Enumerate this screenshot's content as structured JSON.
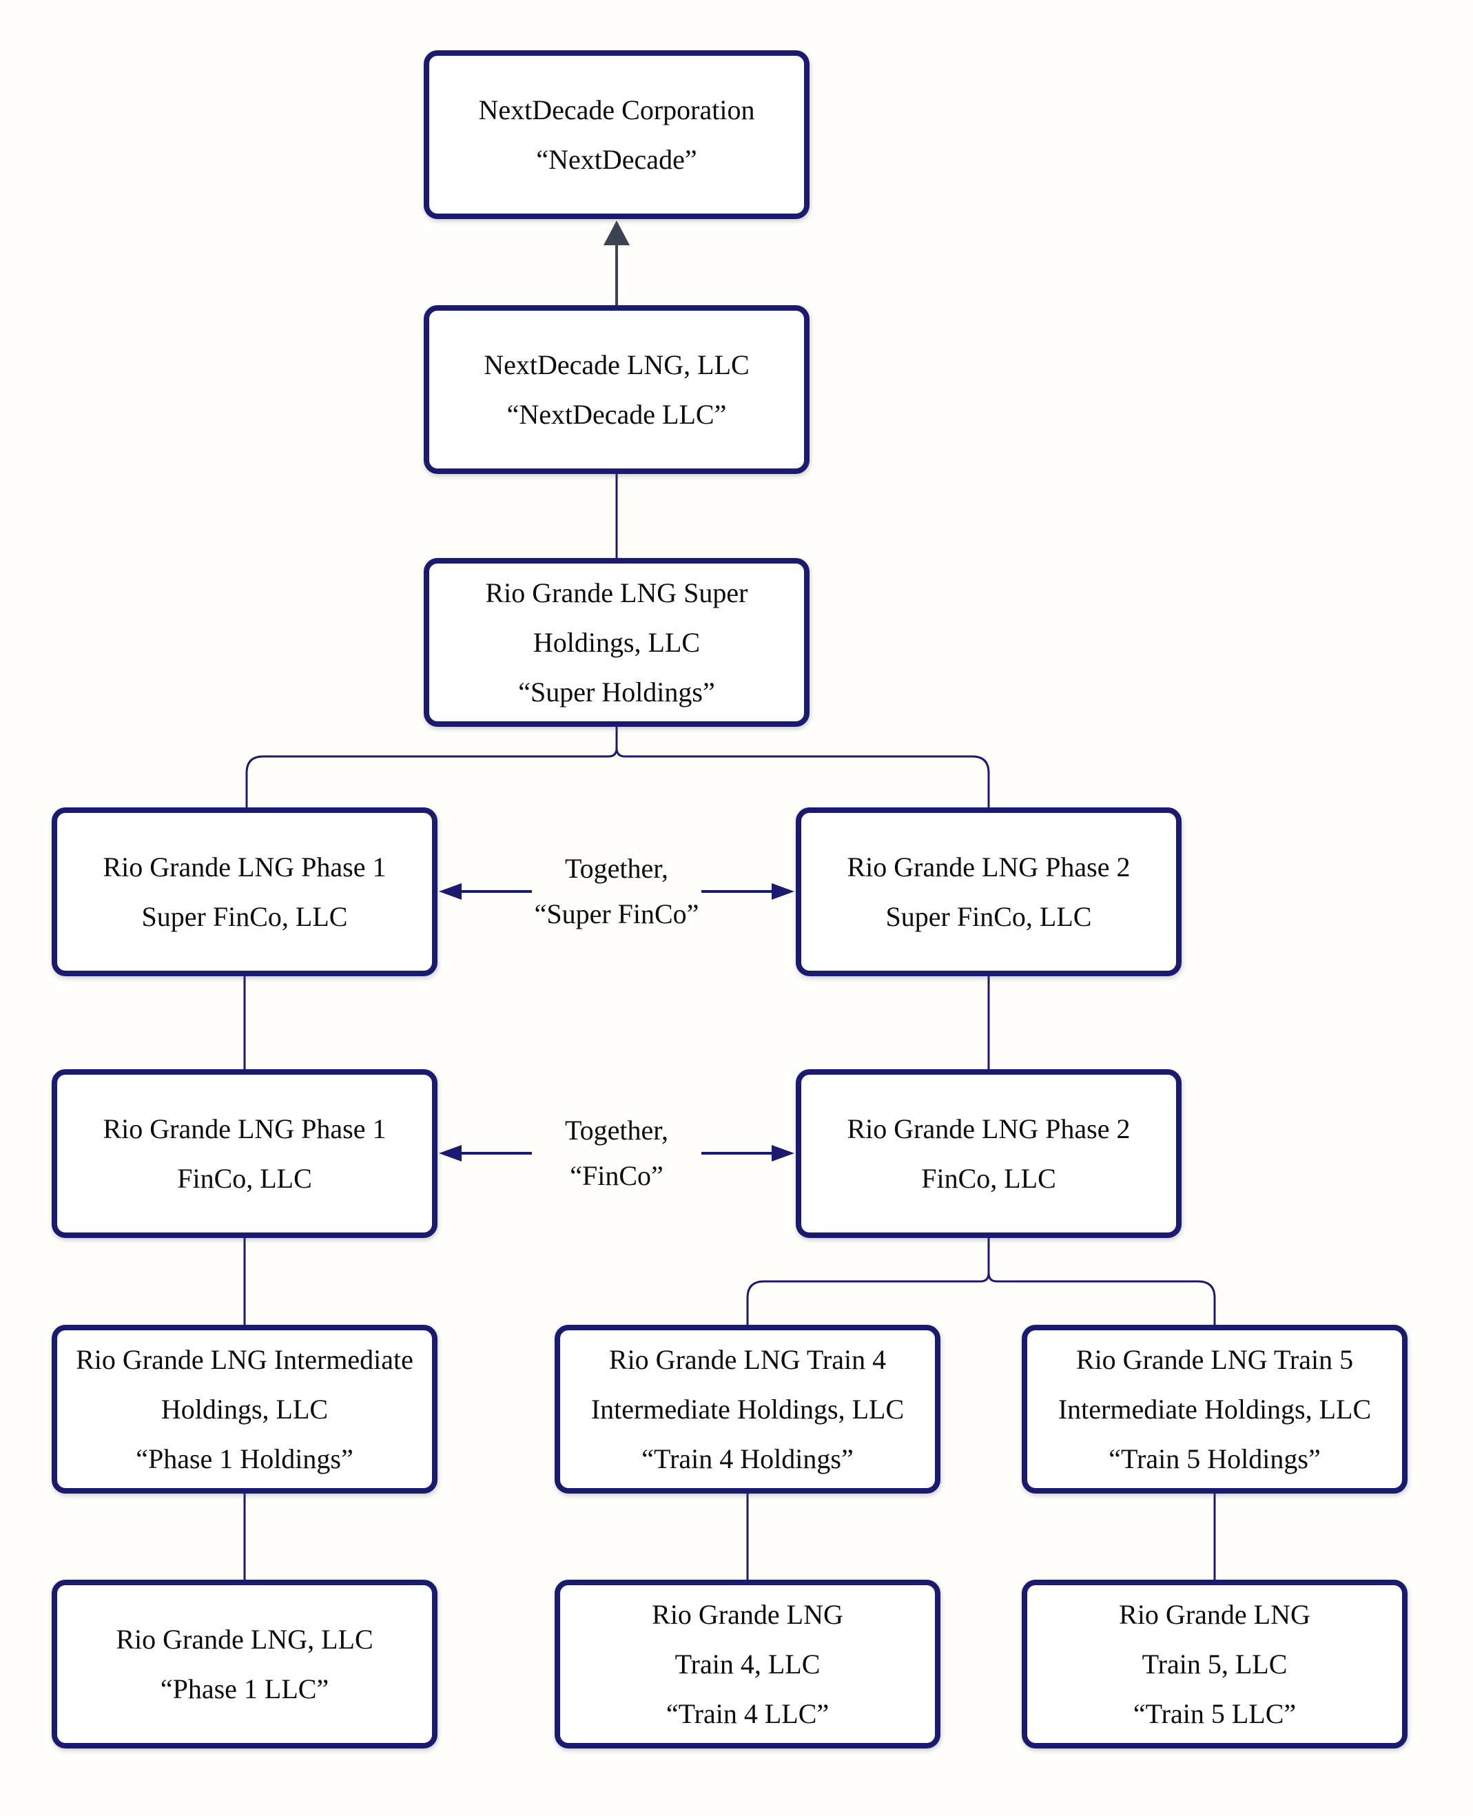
{
  "colors": {
    "box_border": "#1a1a70",
    "connector": "#1a1a70",
    "ownership_arrow_gray": "#3e4354",
    "text": "#0c0c0c",
    "background": "#fffefa",
    "box_fill": "#ffffff"
  },
  "nodes": [
    {
      "id": "nextdecade-corp",
      "lines": [
        "NextDecade Corporation",
        "“NextDecade”"
      ]
    },
    {
      "id": "nextdecade-llc",
      "lines": [
        "NextDecade LNG, LLC",
        "“NextDecade LLC”"
      ]
    },
    {
      "id": "super-holdings",
      "lines": [
        "Rio Grande LNG Super",
        "Holdings, LLC",
        "“Super Holdings”"
      ]
    },
    {
      "id": "phase1-super-finco",
      "lines": [
        "Rio Grande LNG Phase 1",
        "Super FinCo, LLC"
      ]
    },
    {
      "id": "phase2-super-finco",
      "lines": [
        "Rio Grande LNG Phase 2",
        "Super FinCo, LLC"
      ]
    },
    {
      "id": "phase1-finco",
      "lines": [
        "Rio Grande LNG Phase 1",
        "FinCo, LLC"
      ]
    },
    {
      "id": "phase2-finco",
      "lines": [
        "Rio Grande LNG Phase 2",
        "FinCo, LLC"
      ]
    },
    {
      "id": "phase1-holdings",
      "lines": [
        "Rio Grande LNG Intermediate",
        "Holdings, LLC",
        "“Phase 1 Holdings”"
      ]
    },
    {
      "id": "train4-holdings",
      "lines": [
        "Rio Grande LNG Train 4",
        "Intermediate Holdings, LLC",
        "“Train 4 Holdings”"
      ]
    },
    {
      "id": "train5-holdings",
      "lines": [
        "Rio Grande LNG Train 5",
        "Intermediate Holdings, LLC",
        "“Train 5 Holdings”"
      ]
    },
    {
      "id": "phase1-llc",
      "lines": [
        "Rio Grande LNG, LLC",
        "“Phase 1 LLC”"
      ]
    },
    {
      "id": "train4-llc",
      "lines": [
        "Rio Grande LNG",
        "Train 4, LLC",
        "“Train 4 LLC”"
      ]
    },
    {
      "id": "train5-llc",
      "lines": [
        "Rio Grande LNG",
        "Train 5, LLC",
        "“Train 5 LLC”"
      ]
    }
  ],
  "together_labels": [
    {
      "id": "super-finco",
      "lines": [
        "Together,",
        "“Super FinCo”"
      ]
    },
    {
      "id": "finco",
      "lines": [
        "Together,",
        "“FinCo”"
      ]
    }
  ],
  "edges": [
    {
      "child": "nextdecade-llc",
      "parent": "nextdecade-corp",
      "style": "gray-arrow-up"
    },
    {
      "child": "super-holdings",
      "parent": "nextdecade-llc",
      "style": "line"
    },
    {
      "child": "phase1-super-finco",
      "parent": "super-holdings",
      "style": "elbow"
    },
    {
      "child": "phase2-super-finco",
      "parent": "super-holdings",
      "style": "elbow"
    },
    {
      "child": "phase1-finco",
      "parent": "phase1-super-finco",
      "style": "line"
    },
    {
      "child": "phase2-finco",
      "parent": "phase2-super-finco",
      "style": "line"
    },
    {
      "child": "phase1-holdings",
      "parent": "phase1-finco",
      "style": "line"
    },
    {
      "child": "train4-holdings",
      "parent": "phase2-finco",
      "style": "elbow"
    },
    {
      "child": "train5-holdings",
      "parent": "phase2-finco",
      "style": "elbow"
    },
    {
      "child": "phase1-llc",
      "parent": "phase1-holdings",
      "style": "line"
    },
    {
      "child": "train4-llc",
      "parent": "train4-holdings",
      "style": "line"
    },
    {
      "child": "train5-llc",
      "parent": "train5-holdings",
      "style": "line"
    },
    {
      "between": [
        "phase1-super-finco",
        "phase2-super-finco"
      ],
      "label": "super-finco",
      "style": "double-arrow"
    },
    {
      "between": [
        "phase1-finco",
        "phase2-finco"
      ],
      "label": "finco",
      "style": "double-arrow"
    }
  ]
}
